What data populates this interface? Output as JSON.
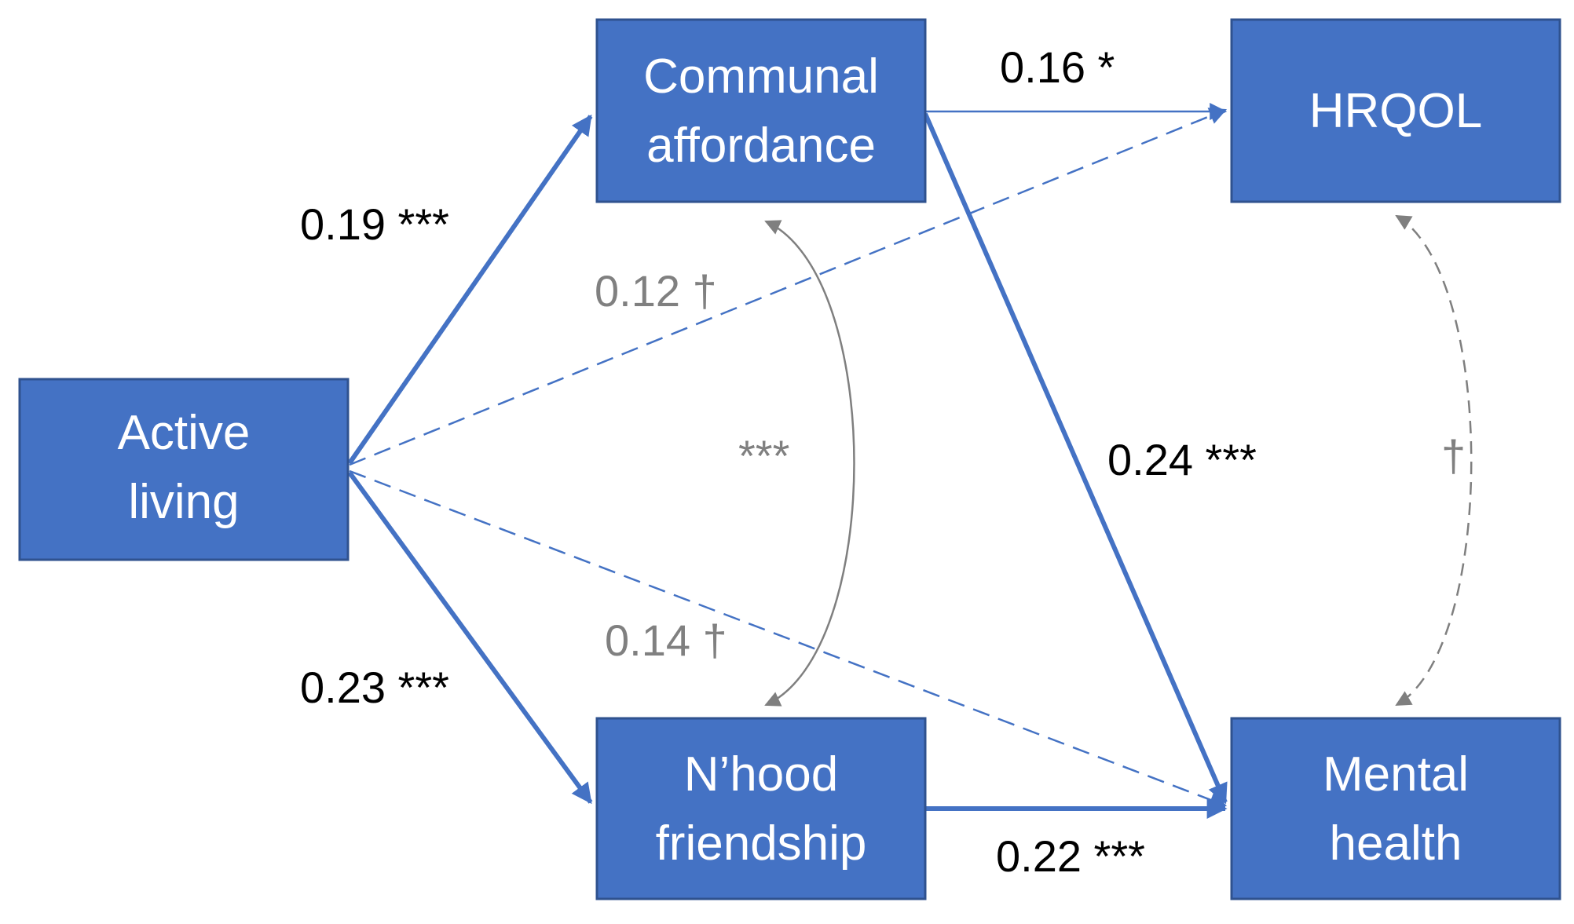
{
  "nodes": {
    "active_living": {
      "line1": "Active",
      "line2": "living"
    },
    "communal_affordance": {
      "line1": "Communal",
      "line2": "affordance"
    },
    "nhood_friendship": {
      "line1": "N’hood",
      "line2": "friendship"
    },
    "hrqol": {
      "line1": "HRQOL"
    },
    "mental_health": {
      "line1": "Mental",
      "line2": "health"
    }
  },
  "paths": {
    "active_to_communal": "0.19 ***",
    "active_to_hrqol": "0.12 †",
    "active_to_mental": "0.14 †",
    "active_to_nhood": "0.23 ***",
    "communal_to_hrqol": "0.16 *",
    "communal_to_mental": "0.24 ***",
    "nhood_to_mental": "0.22 ***"
  },
  "covariances": {
    "communal_nhood": "***",
    "hrqol_mental": "†"
  },
  "colors": {
    "node_fill": "#4472C4",
    "node_border": "#2F528F",
    "edge": "#4472C4",
    "covariance": "#7F7F7F",
    "label_significant": "#000000",
    "label_marginal": "#808080"
  }
}
